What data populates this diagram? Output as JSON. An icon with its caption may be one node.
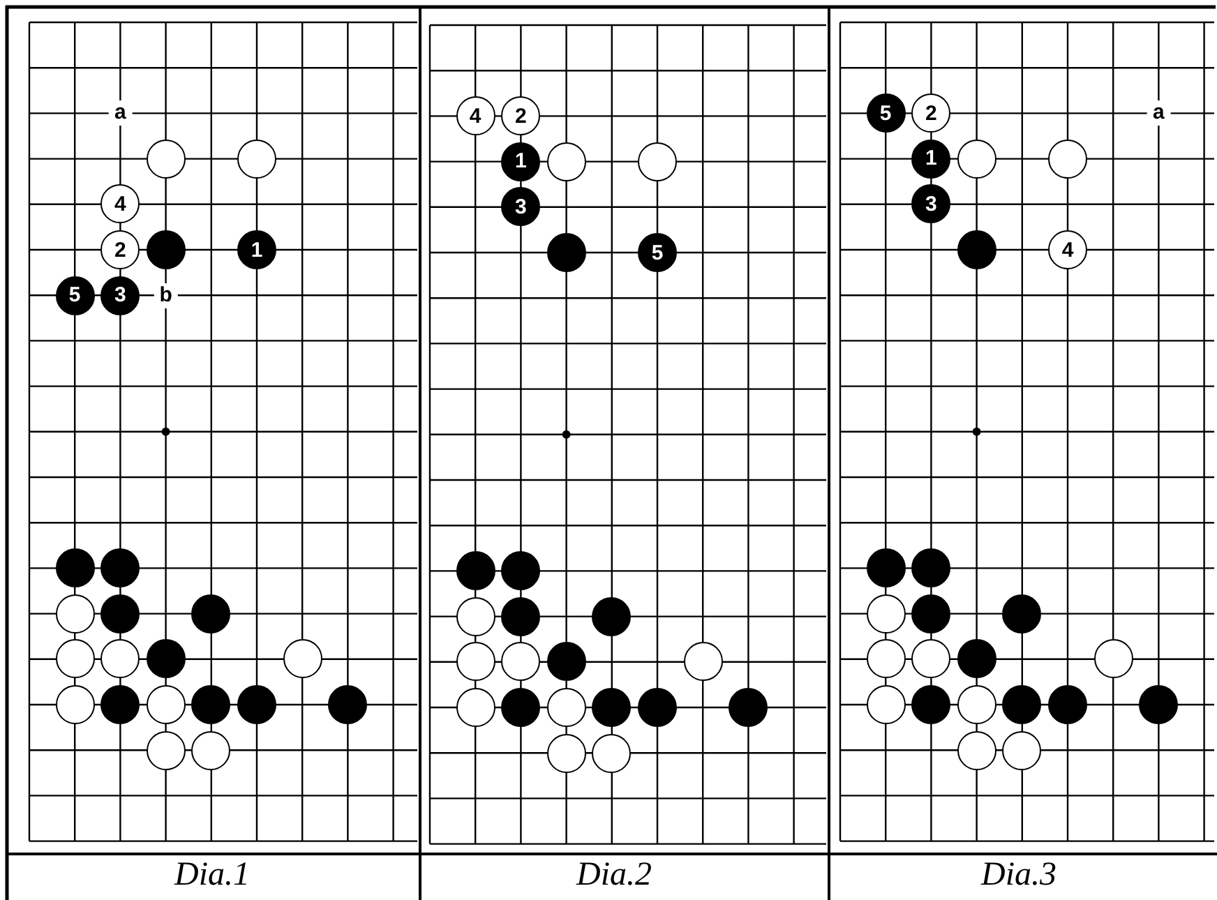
{
  "diagram": {
    "nodes": [
      {
        "text": [],
        "shape": "circle"
      },
      {
        "text": [],
        "shape": "circle"
      },
      {
        "text": [
          "4"
        ]
      },
      {
        "text": [
          "2"
        ]
      },
      {
        "text": [],
        "shape": "circle"
      },
      {
        "text": [
          "1"
        ]
      },
      {
        "text": [
          "5"
        ]
      },
      {
        "text": [
          "3"
        ]
      },
      {
        "text": [],
        "shape": "circle"
      },
      {
        "text": [],
        "shape": "circle"
      },
      {
        "text": [],
        "shape": "circle"
      },
      {
        "text": [],
        "shape": "circle"
      },
      {
        "text": [],
        "shape": "circle"
      },
      {
        "text": [],
        "shape": "circle"
      },
      {
        "text": [],
        "shape": "circle"
      },
      {
        "text": [],
        "shape": "circle"
      },
      {
        "text": [],
        "shape": "circle"
      },
      {
        "text": [],
        "shape": "circle"
      },
      {
        "text": [],
        "shape": "circle"
      },
      {
        "text": [],
        "shape": "circle"
      },
      {
        "text": [],
        "shape": "circle"
      },
      {
        "text": [],
        "shape": "circle"
      },
      {
        "text": [],
        "shape": "circle"
      },
      {
        "text": [],
        "shape": "circle"
      },
      {
        "text": [],
        "shape": "circle"
      },
      {
        "text": [
          "4"
        ]
      },
      {
        "text": [
          "2"
        ]
      },
      {
        "text": [
          "1"
        ]
      },
      {
        "text": [],
        "shape": "circle"
      },
      {
        "text": [],
        "shape": "circle"
      },
      {
        "text": [
          "3"
        ]
      },
      {
        "text": [],
        "shape": "circle"
      },
      {
        "text": [
          "5"
        ]
      },
      {
        "text": [],
        "shape": "circle"
      },
      {
        "text": [],
        "shape": "circle"
      },
      {
        "text": [],
        "shape": "circle"
      },
      {
        "text": [],
        "shape": "circle"
      },
      {
        "text": [],
        "shape": "circle"
      },
      {
        "text": [],
        "shape": "circle"
      },
      {
        "text": [],
        "shape": "circle"
      },
      {
        "text": [],
        "shape": "circle"
      },
      {
        "text": [],
        "shape": "circle"
      },
      {
        "text": [],
        "shape": "circle"
      },
      {
        "text": [],
        "shape": "circle"
      },
      {
        "text": [],
        "shape": "circle"
      },
      {
        "text": [],
        "shape": "circle"
      },
      {
        "text": [],
        "shape": "circle"
      },
      {
        "text": [],
        "shape": "circle"
      },
      {
        "text": [],
        "shape": "circle"
      },
      {
        "text": [],
        "shape": "circle"
      },
      {
        "text": [
          "5"
        ]
      },
      {
        "text": [
          "2"
        ]
      },
      {
        "text": [
          "1"
        ]
      },
      {
        "text": [],
        "shape": "circle"
      },
      {
        "text": [],
        "shape": "circle"
      },
      {
        "text": [
          "3"
        ]
      },
      {
        "text": [],
        "shape": "circle"
      },
      {
        "text": [
          "4"
        ]
      },
      {
        "text": [],
        "shape": "circle"
      },
      {
        "text": [],
        "shape": "circle"
      },
      {
        "text": [],
        "shape": "circle"
      },
      {
        "text": [],
        "shape": "circle"
      },
      {
        "text": [],
        "shape": "circle"
      },
      {
        "text": [],
        "shape": "circle"
      },
      {
        "text": [],
        "shape": "circle"
      },
      {
        "text": [],
        "shape": "circle"
      },
      {
        "text": [],
        "shape": "circle"
      },
      {
        "text": [],
        "shape": "circle"
      },
      {
        "text": [],
        "shape": "circle"
      },
      {
        "text": [],
        "shape": "circle"
      },
      {
        "text": [],
        "shape": "circle"
      },
      {
        "text": [],
        "shape": "circle"
      },
      {
        "text": [],
        "shape": "circle"
      },
      {
        "text": [],
        "shape": "circle"
      },
      {
        "text": [],
        "shape": "circle"
      }
    ],
    "labels": [
      "a",
      "b",
      "a",
      "Dia.1",
      "Dia.2",
      "Dia.3"
    ]
  }
}
